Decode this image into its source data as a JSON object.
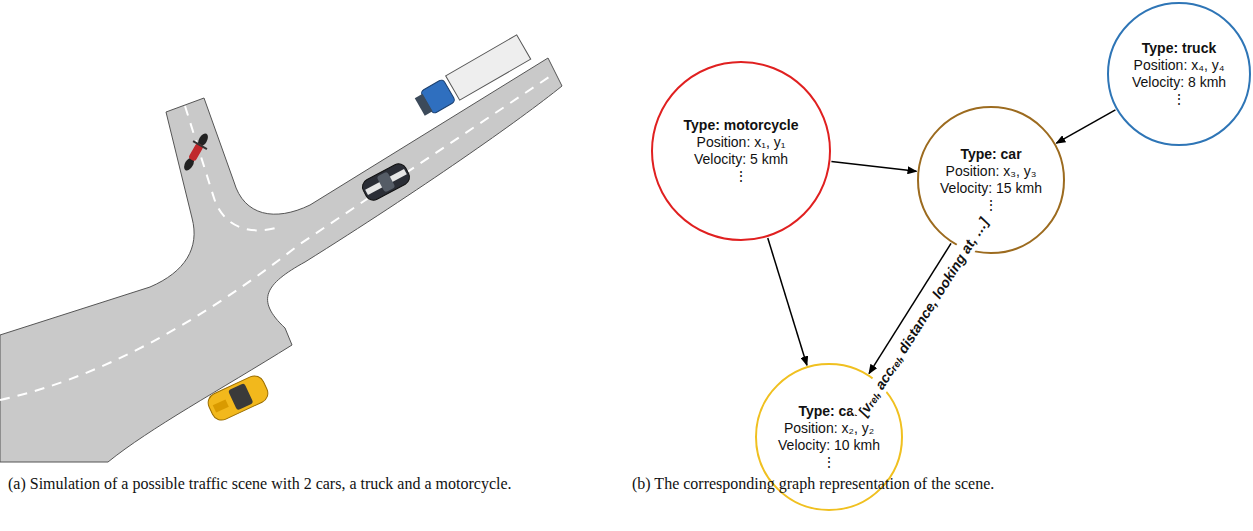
{
  "diagram": {
    "nodes": [
      {
        "text": [
          "Type: motorcycle",
          "Position: x₁, y₁",
          "Velocity: 5 kmh",
          "⋮"
        ]
      },
      {
        "text": [
          "Type: car",
          "Position: x₃, y₃",
          "Velocity: 15 kmh",
          "⋮"
        ]
      },
      {
        "text": [
          "Type: truck",
          "Position: x₄, y₄",
          "Velocity: 8 kmh",
          "⋮"
        ]
      },
      {
        "text": [
          "Type: car",
          "Position: x₂, y₂",
          "Velocity: 10 kmh",
          "⋮"
        ]
      }
    ],
    "edges": [
      {
        "from": 0,
        "to": 1,
        "arrow": "to"
      },
      {
        "from": 2,
        "to": 1,
        "arrow": "to"
      },
      {
        "from": 0,
        "to": 3,
        "arrow": "to"
      },
      {
        "from": 1,
        "to": 3,
        "arrow": "to",
        "label": "[vᵣₑₗ, accᵣₑₗ, distance, looking at, …]"
      }
    ],
    "labels": [
      "(a) Simulation of a possible traffic scene with 2 cars, a truck and a motorcycle.",
      "(b) The corresponding graph representation of the scene."
    ]
  }
}
